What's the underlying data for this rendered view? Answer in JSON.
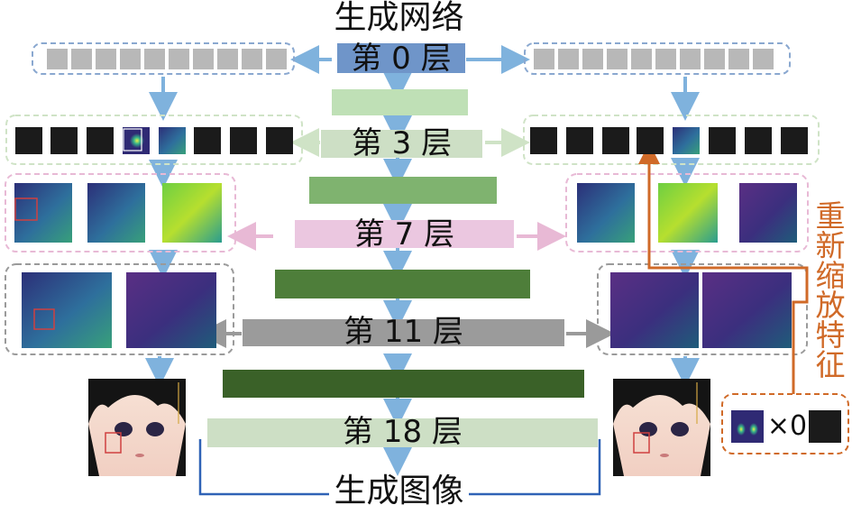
{
  "diagram": {
    "title_top": "生成网络",
    "title_bottom": "生成图像",
    "side_label": "重新缩放特征",
    "multiplier_label": "×0",
    "layers": [
      {
        "id": "l0",
        "label": "第 0 层",
        "color": "#6f95c9"
      },
      {
        "id": "l3",
        "label": "第 3 层",
        "color": "#cddfc5"
      },
      {
        "id": "l7",
        "label": "第 7 层",
        "color": "#ebc7e0"
      },
      {
        "id": "l11",
        "label": "第 11 层",
        "color": "#9b9b9b"
      },
      {
        "id": "l18",
        "label": "第 18 层",
        "color": "#cddfc5"
      }
    ],
    "colors": {
      "arrow_blue": "#7fb2dd",
      "accent_orange": "#d06a28",
      "bar_light_green": "#bfe0b6",
      "bar_mid_green": "#7fb36f",
      "bar_dark_green": "#4e7e3a",
      "bar_darkest_green": "#3a6128",
      "box_green": "#cfe3c6",
      "box_pink": "#e8b9d5",
      "box_gray": "#9a9a9a",
      "connector_blue": "#2f62b6",
      "feature_purple": "#3b2f7e",
      "feature_teal": "#2a9d8f",
      "feature_yellowgreen": "#9fd43a"
    }
  }
}
